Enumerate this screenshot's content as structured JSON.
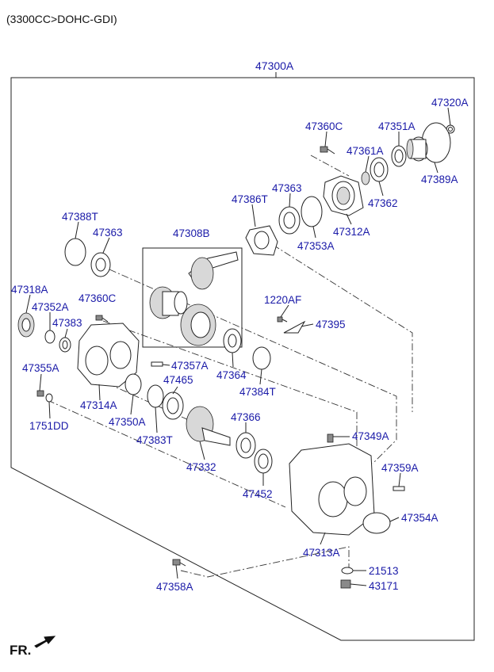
{
  "header": {
    "title": "(3300CC>DOHC-GDI)"
  },
  "footer": {
    "direction_label": "FR."
  },
  "assembly": {
    "label": "47300A"
  },
  "subassembly": {
    "label": "47308B"
  },
  "parts": [
    "47320A",
    "47360C",
    "47351A",
    "47361A",
    "47389A",
    "47363",
    "47386T",
    "47362",
    "47312A",
    "47353A",
    "47388T",
    "47363",
    "47318A",
    "47352A",
    "47360C",
    "47383",
    "1220AF",
    "47395",
    "47355A",
    "47357A",
    "47364",
    "47314A",
    "47465",
    "47384T",
    "1751DD",
    "47350A",
    "47366",
    "47383T",
    "47349A",
    "47332",
    "47359A",
    "47452",
    "47354A",
    "47313A",
    "21513",
    "47358A",
    "43171"
  ],
  "colors": {
    "label": "#1a1aa8",
    "line": "#222222",
    "background": "#ffffff"
  },
  "icons": {
    "direction_arrow": "arrow-icon"
  }
}
